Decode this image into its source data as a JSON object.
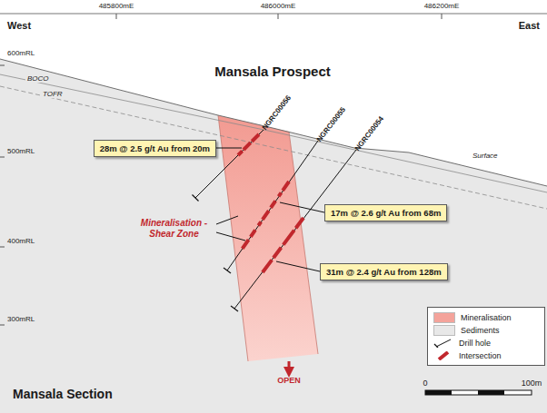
{
  "diagram": {
    "title": "Mansala Prospect",
    "caption": "Mansala Section",
    "nodes": [
      {
        "text": [
          "28m @ 2.5 g/t Au from 20m"
        ]
      },
      {
        "text": [
          "17m @ 2.6 g/t Au from 68m"
        ]
      },
      {
        "text": [
          "31m @ 2.4 g/t Au from 128m"
        ]
      }
    ],
    "labels": [
      "West",
      "East",
      "485800mE",
      "486000mE",
      "486200mE",
      "600mRL",
      "500mRL",
      "400mRL",
      "300mRL",
      "BOCO",
      "TOFR",
      "Surface",
      "NGRC00056",
      "NGRC00055",
      "NGRC00054",
      "Mineralisation - Shear Zone",
      "OPEN",
      "0",
      "100m"
    ],
    "legend": [
      {
        "text": "Mineralisation",
        "color": "#f4a39b"
      },
      {
        "text": "Sediments",
        "color": "#e8e8e8"
      },
      {
        "text": "Drill hole"
      },
      {
        "text": "Intersection"
      }
    ]
  }
}
